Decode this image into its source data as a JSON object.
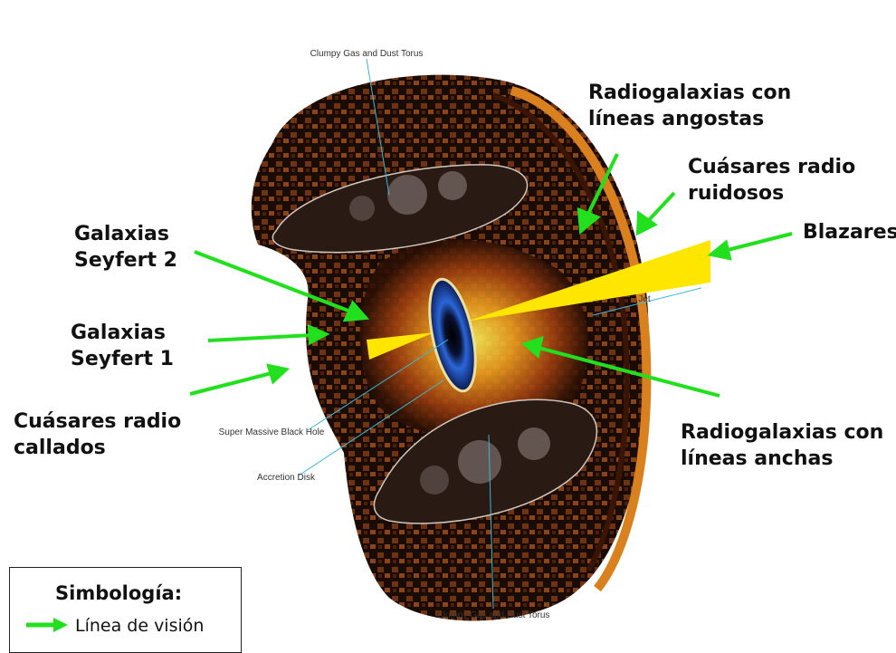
{
  "diagram_labels": {
    "torus_top": "Clumpy Gas and Dust Torus",
    "torus_bottom": "Clumpy Gas and Dust Torus",
    "black_hole": "Super Massive Black Hole",
    "accretion_disk": "Accretion Disk",
    "jet": "Jet"
  },
  "annotations": {
    "narrow_line": [
      "Radiogalaxias con",
      "líneas angostas"
    ],
    "loud_quasars": [
      "Cuásares radio",
      "ruidosos"
    ],
    "blazars": [
      "Blazares"
    ],
    "seyfert2": [
      "Galaxias",
      "Seyfert 2"
    ],
    "seyfert1": [
      "Galaxias",
      "Seyfert 1"
    ],
    "quiet_quasars": [
      "Cuásares radio",
      "callados"
    ],
    "broad_line": [
      "Radiogalaxias con",
      "líneas anchas"
    ]
  },
  "legend": {
    "title": "Simbología:",
    "item_label": "Línea de visión"
  },
  "colors": {
    "arrow": "#22e01e",
    "torus": "#b4561a",
    "jet": "#ffe600",
    "pointer": "#3bb8d8"
  }
}
